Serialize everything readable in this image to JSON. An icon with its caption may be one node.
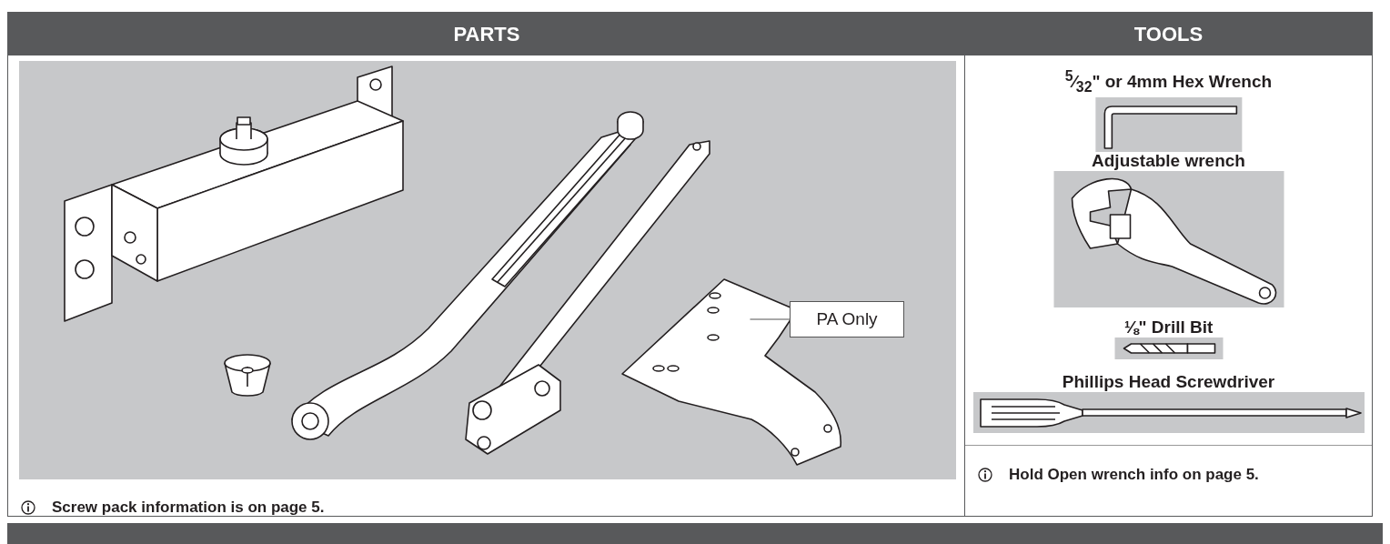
{
  "diagram": {
    "nodes": [
      {
        "text": [
          "PARTS",
          "Screw pack information is on page 5."
        ]
      },
      {
        "text": [],
        "shape": "picture",
        "in": 0
      },
      {
        "text": [],
        "shape": "picture",
        "in": 0
      },
      {
        "text": [],
        "shape": "picture",
        "in": 0
      },
      {
        "text": [],
        "shape": "picture",
        "in": 0
      },
      {
        "text": [],
        "shape": "picture",
        "in": 0
      },
      {
        "text": [
          "PA Only"
        ],
        "in": 0
      },
      {
        "text": [
          "TOOLS",
          "Hold Open wrench info on page 5."
        ]
      },
      {
        "text": [
          "$^{5}$⁄$_{32}$\" or 4mm Hex Wrench"
        ],
        "in": 7
      },
      {
        "text": [
          "Adjustable wrench"
        ],
        "in": 7
      },
      {
        "text": [
          "⅛\" Drill Bit"
        ],
        "in": 7
      },
      {
        "text": [
          "Phillips Head Screwdriver"
        ],
        "in": 7
      }
    ],
    "edges": [
      {
        "from": 6,
        "to": 5,
        "arrow": "none"
      }
    ]
  }
}
